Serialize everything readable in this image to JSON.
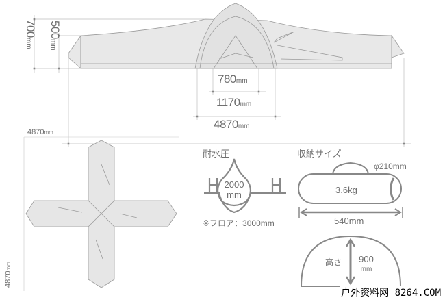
{
  "side_view": {
    "height_total": "700",
    "height_body": "500",
    "inner_width": "780",
    "dome_width": "1170",
    "total_width": "4870",
    "unit": "mm"
  },
  "top_view": {
    "width": "4870",
    "depth": "4870",
    "unit": "mm"
  },
  "water_resistance": {
    "title": "耐水圧",
    "value": "2000",
    "unit": "mm",
    "note": "※フロア：3000mm"
  },
  "storage": {
    "title": "収納サイズ",
    "diameter": "φ210mm",
    "weight": "3.6kg",
    "length": "540mm"
  },
  "height_info": {
    "label": "高さ",
    "value": "900",
    "unit": "mm"
  },
  "watermark": "户外资料网 8264.COM",
  "colors": {
    "line": "#8a8a8a",
    "fill": "#e6e6e6",
    "text": "#6e6e6e"
  }
}
